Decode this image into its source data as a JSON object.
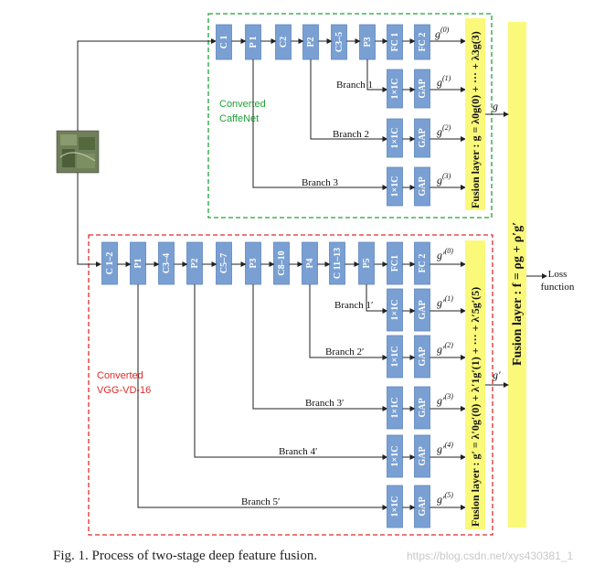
{
  "caption": "Fig. 1.   Process of two-stage deep feature fusion.",
  "watermark": "https://blog.csdn.net/xys430381_1",
  "top_net": {
    "name_line1": "Converted",
    "name_line2": "CaffeNet",
    "blocks": [
      "C 1",
      "P 1",
      "C2",
      "P2",
      "C3–5",
      "P3",
      "FC 1",
      "FC 2"
    ],
    "branch_blocks": [
      "1×1C",
      "GAP"
    ],
    "branches": [
      "Branch 1",
      "Branch 2",
      "Branch 3"
    ],
    "outputs": [
      "g(0)",
      "g(1)",
      "g(2)",
      "g(3)"
    ],
    "fusion_label": "Fusion layer : g = λ0g(0) + ··· + λ3g(3)",
    "result": "g"
  },
  "bottom_net": {
    "name_line1": "Converted",
    "name_line2": "VGG-VD-16",
    "blocks": [
      "C 1–2",
      "P1",
      "C3–4",
      "P2",
      "C5–7",
      "P3",
      "C8–10",
      "P4",
      "C 11–13",
      "P5",
      "FC1",
      "FC 2"
    ],
    "branch_blocks": [
      "1×1C",
      "GAP"
    ],
    "branches": [
      "Branch 1′",
      "Branch 2′",
      "Branch 3′",
      "Branch 4′",
      "Branch 5′"
    ],
    "outputs": [
      "g′(0)",
      "g′(1)",
      "g′(2)",
      "g′(3)",
      "g′(4)",
      "g′(5)"
    ],
    "fusion_label": "Fusion layer : g′ = λ′0g′(0) + λ′1g′(1) + ··· + λ′5g′(5)",
    "result": "g′"
  },
  "final_fusion_label": "Fusion layer : f = ρg + ρ′g′",
  "loss_line1": "Loss",
  "loss_line2": "function",
  "colors": {
    "block": "#7aa0d3",
    "fusion_yellow": "#fbf97a",
    "green_box": "#21a238",
    "red_box": "#e02b2b"
  }
}
